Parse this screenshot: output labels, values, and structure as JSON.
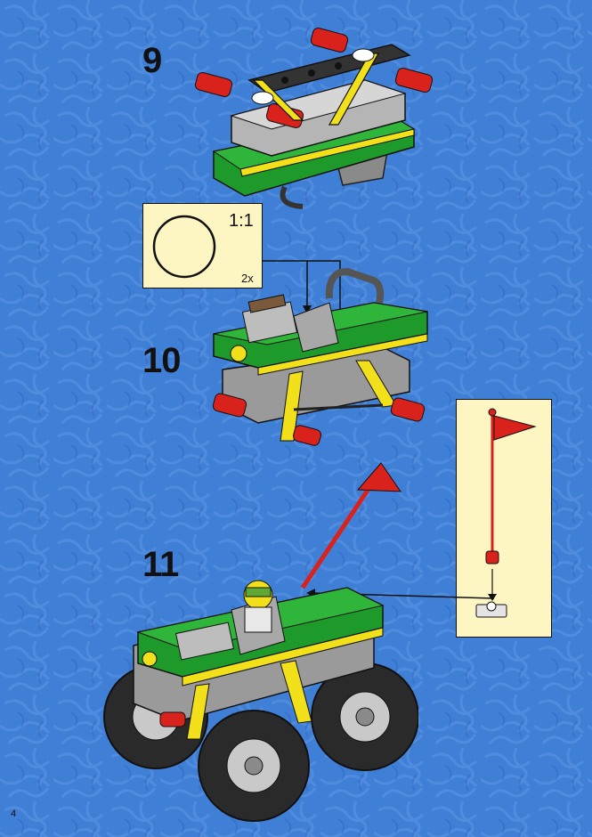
{
  "steps": [
    {
      "number": "9"
    },
    {
      "number": "10",
      "callout": {
        "scale": "1:1",
        "quantity": "2x"
      }
    },
    {
      "number": "11"
    }
  ],
  "page_number": "4",
  "colors": {
    "background": "#3f7fd6",
    "callout_fill": "#fdf6c2",
    "brick_green": "#1e9a2b",
    "brick_yellow": "#f2e01a",
    "brick_red": "#d9221c",
    "brick_gray": "#9a9a9a"
  }
}
